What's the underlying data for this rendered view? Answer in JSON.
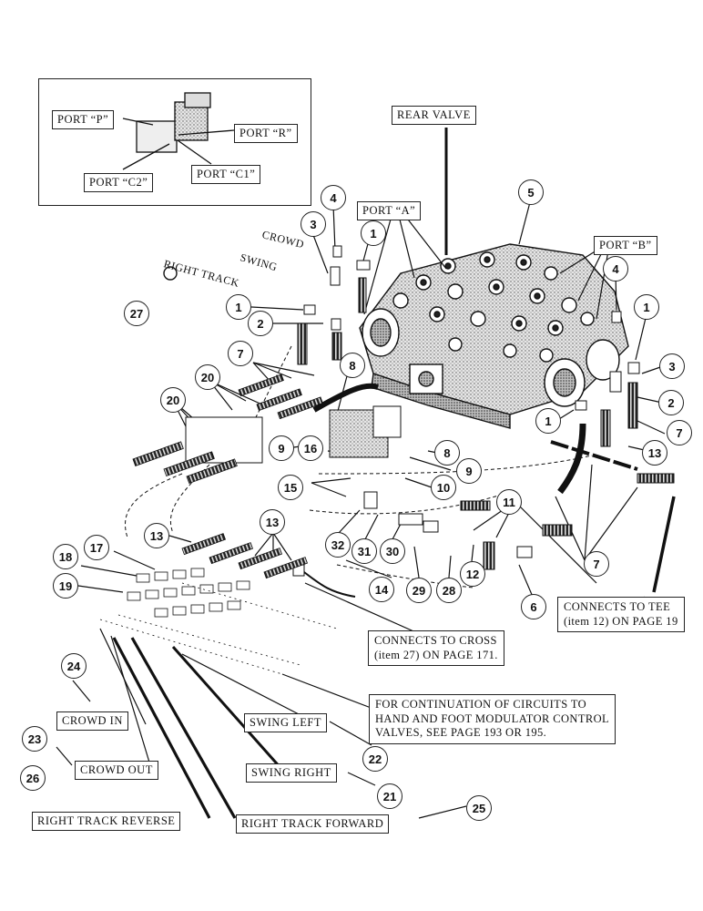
{
  "inset": {
    "port_p": "PORT “P”",
    "port_r": "PORT “R”",
    "port_c2": "PORT “C2”",
    "port_c1": "PORT “C1”"
  },
  "labels": {
    "rear_valve": "REAR VALVE",
    "port_a": "PORT “A”",
    "port_b": "PORT “B”",
    "crowd": "CROWD",
    "swing": "SWING",
    "right_track": "RIGHT TRACK",
    "crowd_in": "CROWD IN",
    "crowd_out": "CROWD OUT",
    "right_track_reverse": "RIGHT TRACK REVERSE",
    "right_track_forward": "RIGHT TRACK FORWARD",
    "swing_left": "SWING LEFT",
    "swing_right": "SWING RIGHT"
  },
  "notes": {
    "connects_tee": "CONNECTS TO TEE\n(item 12) ON PAGE 19",
    "connects_cross": "CONNECTS TO CROSS\n(item 27) ON PAGE 171.",
    "continuation": "FOR CONTINUATION OF CIRCUITS TO\nHAND AND FOOT MODULATOR CONTROL\nVALVES, SEE PAGE 193 OR 195."
  },
  "callouts": [
    "1",
    "2",
    "3",
    "4",
    "5",
    "6",
    "7",
    "8",
    "9",
    "10",
    "11",
    "12",
    "13",
    "14",
    "15",
    "16",
    "17",
    "18",
    "19",
    "20",
    "21",
    "22",
    "23",
    "24",
    "25",
    "26",
    "27",
    "28",
    "29",
    "30",
    "31",
    "32"
  ],
  "colors": {
    "ink": "#111111",
    "paper": "#ffffff",
    "shade": "#9a9a9a"
  }
}
